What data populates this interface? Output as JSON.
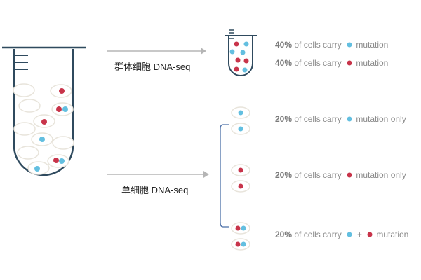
{
  "colors": {
    "tube_stroke": "#2f4a5e",
    "cell_stroke": "#e8e4db",
    "cell_fill": "#ffffff",
    "blue_dot": "#63bfe0",
    "red_dot": "#c8344a",
    "arrow": "#b5b5b5",
    "bracket": "#4b6fa8"
  },
  "labels": {
    "bulk": "群体细胞 DNA-seq",
    "single": "单细胞 DNA-seq"
  },
  "stats": {
    "bulk_blue": {
      "pct": "40%",
      "pre": " of cells carry ",
      "post": " mutation"
    },
    "bulk_red": {
      "pct": "40%",
      "pre": " of cells carry ",
      "post": " mutation"
    },
    "sc_blue": {
      "pct": "20%",
      "pre": " of cells carry ",
      "post": " mutation only"
    },
    "sc_red": {
      "pct": "20%",
      "pre": " of cells carry ",
      "post": " mutation only"
    },
    "sc_both": {
      "pct": "20%",
      "pre": " of cells carry ",
      "plus": "+",
      "post": " mutation"
    }
  }
}
